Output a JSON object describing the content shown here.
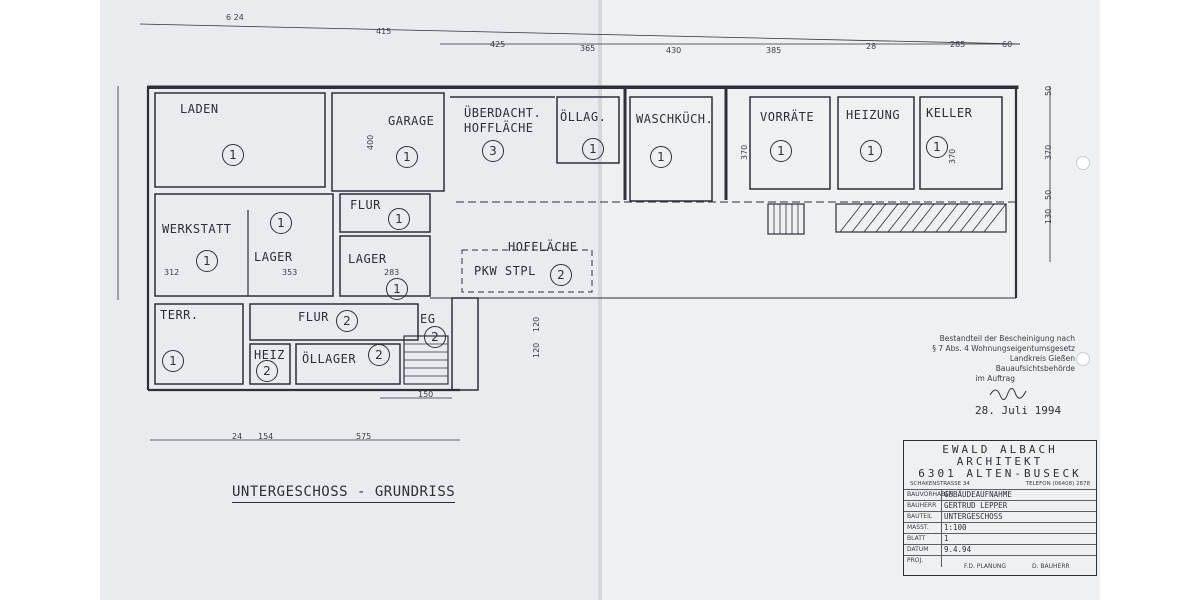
{
  "plan_title": "UNTERGESCHOSS - GRUNDRISS",
  "rooms": [
    {
      "name": "LADEN",
      "number": "1"
    },
    {
      "name": "GARAGE",
      "number": "1"
    },
    {
      "name": "ÜBERDACHT. HOFFLÄCHE",
      "number": "3"
    },
    {
      "name": "ÖLLAG.",
      "number": "1"
    },
    {
      "name": "WASCHKÜCH.",
      "number": "1"
    },
    {
      "name": "VORRÄTE",
      "number": "1"
    },
    {
      "name": "HEIZUNG",
      "number": "1"
    },
    {
      "name": "KELLER",
      "number": "1"
    },
    {
      "name": "WERKSTATT",
      "number": "1"
    },
    {
      "name": "LAGER",
      "number": "1"
    },
    {
      "name": "FLUR",
      "number": "1"
    },
    {
      "name": "LAGER",
      "number": "1"
    },
    {
      "name": "HOFFLÄCHE",
      "number": ""
    },
    {
      "name": "PKW STPL",
      "number": "2"
    },
    {
      "name": "TERR.",
      "number": "1"
    },
    {
      "name": "FLUR",
      "number": "2"
    },
    {
      "name": "EG",
      "number": "2"
    },
    {
      "name": "HEIZ",
      "number": "2"
    },
    {
      "name": "ÖLLAGER",
      "number": "2"
    }
  ],
  "dimensions": {
    "top": [
      "6 24",
      "415",
      "425",
      "365",
      "430",
      "385",
      "28",
      "285",
      "60"
    ],
    "bottom": [
      "24",
      "154",
      "575",
      "150"
    ],
    "inner": [
      "400",
      "370",
      "370",
      "312",
      "353",
      "283",
      "120",
      "120",
      "130",
      "370",
      "50",
      "50"
    ]
  },
  "certification": {
    "lines": [
      "Bestandteil der Bescheinigung nach",
      "§ 7 Abs. 4 Wohnungseigentumsgesetz",
      "Landkreis Gießen",
      "Bauaufsichtsbehörde",
      "im Auftrag"
    ],
    "date": "28. Juli 1994"
  },
  "title_block": {
    "firm": "EWALD ALBACH",
    "profession": "ARCHITEKT",
    "city": "6301 ALTEN-BUSECK",
    "street": "SCHAKENSTRASSE 34",
    "phone": "TELEFON (06408) 2878",
    "rows": [
      {
        "key": "BAUVORHABEN",
        "value": "GEBÄUDEAUFNAHME"
      },
      {
        "key": "BAUHERR",
        "value": "GERTRUD LEPPER"
      },
      {
        "key": "BAUTEIL",
        "value": "UNTERGESCHOSS"
      },
      {
        "key": "MASST.",
        "value": "1:100"
      },
      {
        "key": "BLATT",
        "value": "1"
      },
      {
        "key": "DATUM",
        "value": "9.4.94"
      },
      {
        "key": "PROJ.",
        "value": ""
      }
    ],
    "footer_planning": "F.D. PLANUNG",
    "footer_owner": "D. BAUHERR"
  },
  "colors": {
    "paper": "#eef0f2",
    "ink": "#2c3038"
  }
}
